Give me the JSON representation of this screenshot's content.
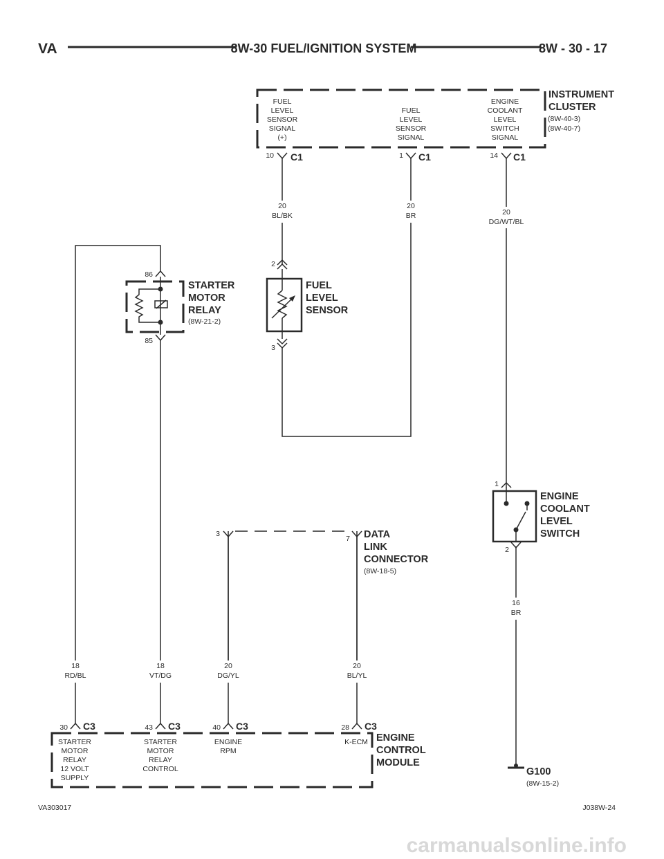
{
  "header": {
    "left": "VA",
    "title": "8W-30 FUEL/IGNITION SYSTEM",
    "right": "8W - 30 - 17"
  },
  "footer": {
    "left": "VA303017",
    "right": "J038W-24"
  },
  "watermark": "carmanualsonline.info",
  "instrument_cluster": {
    "name_line1": "INSTRUMENT",
    "name_line2": "CLUSTER",
    "ref1": "(8W-40-3)",
    "ref2": "(8W-40-7)",
    "sig1": [
      "FUEL",
      "LEVEL",
      "SENSOR",
      "SIGNAL",
      "(+)"
    ],
    "sig2": [
      "FUEL",
      "LEVEL",
      "SENSOR",
      "SIGNAL"
    ],
    "sig3": [
      "ENGINE",
      "COOLANT",
      "LEVEL",
      "SWITCH",
      "SIGNAL"
    ],
    "pin1": "10",
    "pin2": "1",
    "pin3": "14",
    "conn": "C1"
  },
  "wires": {
    "w1_gauge": "20",
    "w1_color": "BL/BK",
    "w2_gauge": "20",
    "w2_color": "BR",
    "w3_gauge": "20",
    "w3_color": "DG/WT/BL",
    "w4_gauge": "16",
    "w4_color": "BR",
    "w5_gauge": "18",
    "w5_color": "RD/BL",
    "w6_gauge": "18",
    "w6_color": "VT/DG",
    "w7_gauge": "20",
    "w7_color": "DG/YL",
    "w8_gauge": "20",
    "w8_color": "BL/YL"
  },
  "starter_relay": {
    "line1": "STARTER",
    "line2": "MOTOR",
    "line3": "RELAY",
    "ref": "(8W-21-2)",
    "pin_top": "86",
    "pin_bottom": "85"
  },
  "fuel_sensor": {
    "line1": "FUEL",
    "line2": "LEVEL",
    "line3": "SENSOR",
    "pin_top": "2",
    "pin_bottom": "3"
  },
  "coolant_switch": {
    "line1": "ENGINE",
    "line2": "COOLANT",
    "line3": "LEVEL",
    "line4": "SWITCH",
    "pin_top": "1",
    "pin_bottom": "2"
  },
  "dlc": {
    "line1": "DATA",
    "line2": "LINK",
    "line3": "CONNECTOR",
    "ref": "(8W-18-5)",
    "pin_left": "3",
    "pin_right": "7"
  },
  "ecm": {
    "line1": "ENGINE",
    "line2": "CONTROL",
    "line3": "MODULE",
    "conn": "C3",
    "pin1": "30",
    "pin2": "43",
    "pin3": "40",
    "pin4": "28",
    "sig1": [
      "STARTER",
      "MOTOR",
      "RELAY",
      "12 VOLT",
      "SUPPLY"
    ],
    "sig2": [
      "STARTER",
      "MOTOR",
      "RELAY",
      "CONTROL"
    ],
    "sig3": [
      "ENGINE",
      "RPM"
    ],
    "sig4": "K-ECM"
  },
  "ground": {
    "name": "G100",
    "ref": "(8W-15-2)"
  }
}
